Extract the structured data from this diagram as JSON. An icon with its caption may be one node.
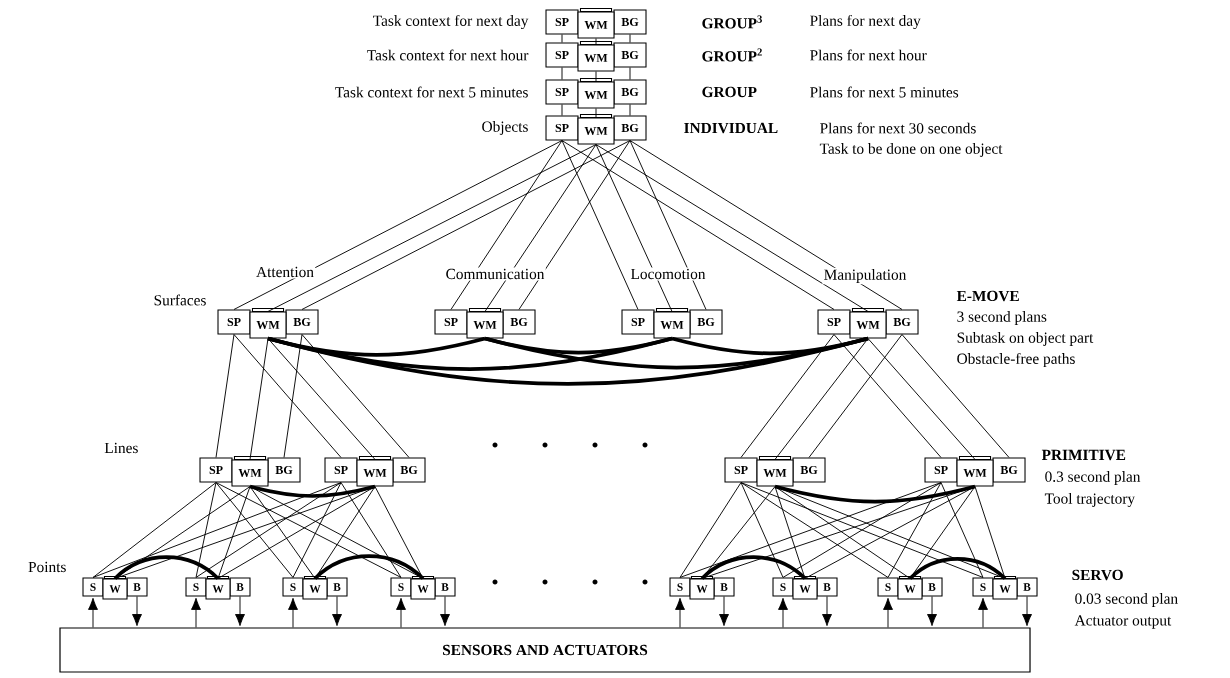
{
  "diagram": {
    "nodes": [
      {
        "text": [
          "SP"
        ]
      },
      {
        "text": [
          "WM"
        ]
      },
      {
        "text": [
          "BG"
        ]
      },
      {
        "text": [
          "SP"
        ]
      },
      {
        "text": [
          "WM"
        ]
      },
      {
        "text": [
          "BG"
        ]
      },
      {
        "text": [
          "SP"
        ]
      },
      {
        "text": [
          "WM"
        ]
      },
      {
        "text": [
          "BG"
        ]
      },
      {
        "text": [
          "SP"
        ]
      },
      {
        "text": [
          "WM"
        ]
      },
      {
        "text": [
          "BG"
        ]
      },
      {
        "text": [
          "SP"
        ]
      },
      {
        "text": [
          "WM"
        ]
      },
      {
        "text": [
          "BG"
        ]
      },
      {
        "text": [
          "SP"
        ]
      },
      {
        "text": [
          "WM"
        ]
      },
      {
        "text": [
          "BG"
        ]
      },
      {
        "text": [
          "SP"
        ]
      },
      {
        "text": [
          "WM"
        ]
      },
      {
        "text": [
          "BG"
        ]
      },
      {
        "text": [
          "SP"
        ]
      },
      {
        "text": [
          "WM"
        ]
      },
      {
        "text": [
          "BG"
        ]
      },
      {
        "text": [
          "SP"
        ]
      },
      {
        "text": [
          "WM"
        ]
      },
      {
        "text": [
          "BG"
        ]
      },
      {
        "text": [
          "SP"
        ]
      },
      {
        "text": [
          "WM"
        ]
      },
      {
        "text": [
          "BG"
        ]
      },
      {
        "text": [
          "SP"
        ]
      },
      {
        "text": [
          "WM"
        ]
      },
      {
        "text": [
          "BG"
        ]
      },
      {
        "text": [
          "SP"
        ]
      },
      {
        "text": [
          "WM"
        ]
      },
      {
        "text": [
          "BG"
        ]
      },
      {
        "text": [
          "S"
        ]
      },
      {
        "text": [
          "W"
        ]
      },
      {
        "text": [
          "B"
        ]
      },
      {
        "text": [
          "S"
        ]
      },
      {
        "text": [
          "W"
        ]
      },
      {
        "text": [
          "B"
        ]
      },
      {
        "text": [
          "S"
        ]
      },
      {
        "text": [
          "W"
        ]
      },
      {
        "text": [
          "B"
        ]
      },
      {
        "text": [
          "S"
        ]
      },
      {
        "text": [
          "W"
        ]
      },
      {
        "text": [
          "B"
        ]
      },
      {
        "text": [
          "S"
        ]
      },
      {
        "text": [
          "W"
        ]
      },
      {
        "text": [
          "B"
        ]
      },
      {
        "text": [
          "S"
        ]
      },
      {
        "text": [
          "W"
        ]
      },
      {
        "text": [
          "B"
        ]
      },
      {
        "text": [
          "S"
        ]
      },
      {
        "text": [
          "W"
        ]
      },
      {
        "text": [
          "B"
        ]
      },
      {
        "text": [
          "S"
        ]
      },
      {
        "text": [
          "W"
        ]
      },
      {
        "text": [
          "B"
        ]
      },
      {
        "text": [
          "SENSORS AND ACTUATORS"
        ]
      }
    ],
    "edges": [
      {
        "from": 0,
        "to": 3,
        "arrow": "none"
      },
      {
        "from": 1,
        "to": 4,
        "arrow": "none"
      },
      {
        "from": 2,
        "to": 5,
        "arrow": "none"
      },
      {
        "from": 3,
        "to": 6,
        "arrow": "none"
      },
      {
        "from": 4,
        "to": 7,
        "arrow": "none"
      },
      {
        "from": 5,
        "to": 8,
        "arrow": "none"
      },
      {
        "from": 6,
        "to": 9,
        "arrow": "none"
      },
      {
        "from": 7,
        "to": 10,
        "arrow": "none"
      },
      {
        "from": 8,
        "to": 11,
        "arrow": "none"
      },
      {
        "from": 9,
        "to": 12,
        "arrow": "none"
      },
      {
        "from": 10,
        "to": 13,
        "arrow": "none"
      },
      {
        "from": 11,
        "to": 14,
        "arrow": "none"
      },
      {
        "from": 9,
        "to": 15,
        "arrow": "none"
      },
      {
        "from": 10,
        "to": 16,
        "arrow": "none"
      },
      {
        "from": 11,
        "to": 17,
        "arrow": "none"
      },
      {
        "from": 9,
        "to": 18,
        "arrow": "none"
      },
      {
        "from": 10,
        "to": 19,
        "arrow": "none"
      },
      {
        "from": 11,
        "to": 20,
        "arrow": "none"
      },
      {
        "from": 9,
        "to": 21,
        "arrow": "none"
      },
      {
        "from": 10,
        "to": 22,
        "arrow": "none"
      },
      {
        "from": 11,
        "to": 23,
        "arrow": "none"
      },
      {
        "from": 13,
        "to": 16,
        "arrow": "none",
        "style": "thick"
      },
      {
        "from": 13,
        "to": 19,
        "arrow": "none",
        "style": "thick"
      },
      {
        "from": 13,
        "to": 22,
        "arrow": "none",
        "style": "thick"
      },
      {
        "from": 16,
        "to": 19,
        "arrow": "none",
        "style": "thick"
      },
      {
        "from": 16,
        "to": 22,
        "arrow": "none",
        "style": "thick"
      },
      {
        "from": 19,
        "to": 22,
        "arrow": "none",
        "style": "thick"
      },
      {
        "from": 12,
        "to": 24,
        "arrow": "none"
      },
      {
        "from": 13,
        "to": 25,
        "arrow": "none"
      },
      {
        "from": 14,
        "to": 26,
        "arrow": "none"
      },
      {
        "from": 12,
        "to": 27,
        "arrow": "none"
      },
      {
        "from": 13,
        "to": 28,
        "arrow": "none"
      },
      {
        "from": 14,
        "to": 29,
        "arrow": "none"
      },
      {
        "from": 21,
        "to": 30,
        "arrow": "none"
      },
      {
        "from": 22,
        "to": 31,
        "arrow": "none"
      },
      {
        "from": 23,
        "to": 32,
        "arrow": "none"
      },
      {
        "from": 21,
        "to": 33,
        "arrow": "none"
      },
      {
        "from": 22,
        "to": 34,
        "arrow": "none"
      },
      {
        "from": 23,
        "to": 35,
        "arrow": "none"
      },
      {
        "from": 25,
        "to": 28,
        "arrow": "none",
        "style": "thick"
      },
      {
        "from": 31,
        "to": 34,
        "arrow": "none",
        "style": "thick"
      },
      {
        "from": 24,
        "to": 36,
        "arrow": "none"
      },
      {
        "from": 25,
        "to": 37,
        "arrow": "none"
      },
      {
        "from": 24,
        "to": 39,
        "arrow": "none"
      },
      {
        "from": 25,
        "to": 40,
        "arrow": "none"
      },
      {
        "from": 24,
        "to": 42,
        "arrow": "none"
      },
      {
        "from": 25,
        "to": 43,
        "arrow": "none"
      },
      {
        "from": 24,
        "to": 45,
        "arrow": "none"
      },
      {
        "from": 25,
        "to": 46,
        "arrow": "none"
      },
      {
        "from": 27,
        "to": 36,
        "arrow": "none"
      },
      {
        "from": 28,
        "to": 37,
        "arrow": "none"
      },
      {
        "from": 27,
        "to": 39,
        "arrow": "none"
      },
      {
        "from": 28,
        "to": 40,
        "arrow": "none"
      },
      {
        "from": 27,
        "to": 42,
        "arrow": "none"
      },
      {
        "from": 28,
        "to": 43,
        "arrow": "none"
      },
      {
        "from": 27,
        "to": 45,
        "arrow": "none"
      },
      {
        "from": 28,
        "to": 46,
        "arrow": "none"
      },
      {
        "from": 30,
        "to": 48,
        "arrow": "none"
      },
      {
        "from": 31,
        "to": 49,
        "arrow": "none"
      },
      {
        "from": 30,
        "to": 51,
        "arrow": "none"
      },
      {
        "from": 31,
        "to": 52,
        "arrow": "none"
      },
      {
        "from": 30,
        "to": 54,
        "arrow": "none"
      },
      {
        "from": 31,
        "to": 55,
        "arrow": "none"
      },
      {
        "from": 30,
        "to": 57,
        "arrow": "none"
      },
      {
        "from": 31,
        "to": 58,
        "arrow": "none"
      },
      {
        "from": 33,
        "to": 48,
        "arrow": "none"
      },
      {
        "from": 34,
        "to": 49,
        "arrow": "none"
      },
      {
        "from": 33,
        "to": 51,
        "arrow": "none"
      },
      {
        "from": 34,
        "to": 52,
        "arrow": "none"
      },
      {
        "from": 33,
        "to": 54,
        "arrow": "none"
      },
      {
        "from": 34,
        "to": 55,
        "arrow": "none"
      },
      {
        "from": 33,
        "to": 57,
        "arrow": "none"
      },
      {
        "from": 34,
        "to": 58,
        "arrow": "none"
      },
      {
        "from": 37,
        "to": 40,
        "arrow": "none",
        "style": "thick"
      },
      {
        "from": 43,
        "to": 46,
        "arrow": "none",
        "style": "thick"
      },
      {
        "from": 49,
        "to": 52,
        "arrow": "none",
        "style": "thick"
      },
      {
        "from": 55,
        "to": 58,
        "arrow": "none",
        "style": "thick"
      },
      {
        "from": 60,
        "to": 36,
        "arrow": "to"
      },
      {
        "from": 38,
        "to": 60,
        "arrow": "to"
      },
      {
        "from": 60,
        "to": 39,
        "arrow": "to"
      },
      {
        "from": 41,
        "to": 60,
        "arrow": "to"
      },
      {
        "from": 60,
        "to": 42,
        "arrow": "to"
      },
      {
        "from": 44,
        "to": 60,
        "arrow": "to"
      },
      {
        "from": 60,
        "to": 45,
        "arrow": "to"
      },
      {
        "from": 47,
        "to": 60,
        "arrow": "to"
      },
      {
        "from": 60,
        "to": 48,
        "arrow": "to"
      },
      {
        "from": 50,
        "to": 60,
        "arrow": "to"
      },
      {
        "from": 60,
        "to": 51,
        "arrow": "to"
      },
      {
        "from": 53,
        "to": 60,
        "arrow": "to"
      },
      {
        "from": 60,
        "to": 54,
        "arrow": "to"
      },
      {
        "from": 56,
        "to": 60,
        "arrow": "to"
      },
      {
        "from": 60,
        "to": 57,
        "arrow": "to"
      },
      {
        "from": 59,
        "to": 60,
        "arrow": "to"
      }
    ],
    "labels": [
      "Task context for next day",
      "GROUP$^{3}$",
      "Plans for next day",
      "Task context for next hour",
      "GROUP$^{2}$",
      "Plans for next hour",
      "Task context for next 5 minutes",
      "GROUP",
      "Plans for next 5 minutes",
      "Objects",
      "INDIVIDUAL",
      "Plans for next 30 seconds",
      "Task to be done on one object",
      "Attention",
      "Communication",
      "Locomotion",
      "Manipulation",
      "Surfaces",
      "E-MOVE",
      "3 second plans",
      "Subtask on object part",
      "Obstacle-free paths",
      "Lines",
      "PRIMITIVE",
      "0.3 second plan",
      "Tool trajectory",
      "Points",
      "SERVO",
      "0.03 second plan",
      "Actuator output"
    ]
  }
}
